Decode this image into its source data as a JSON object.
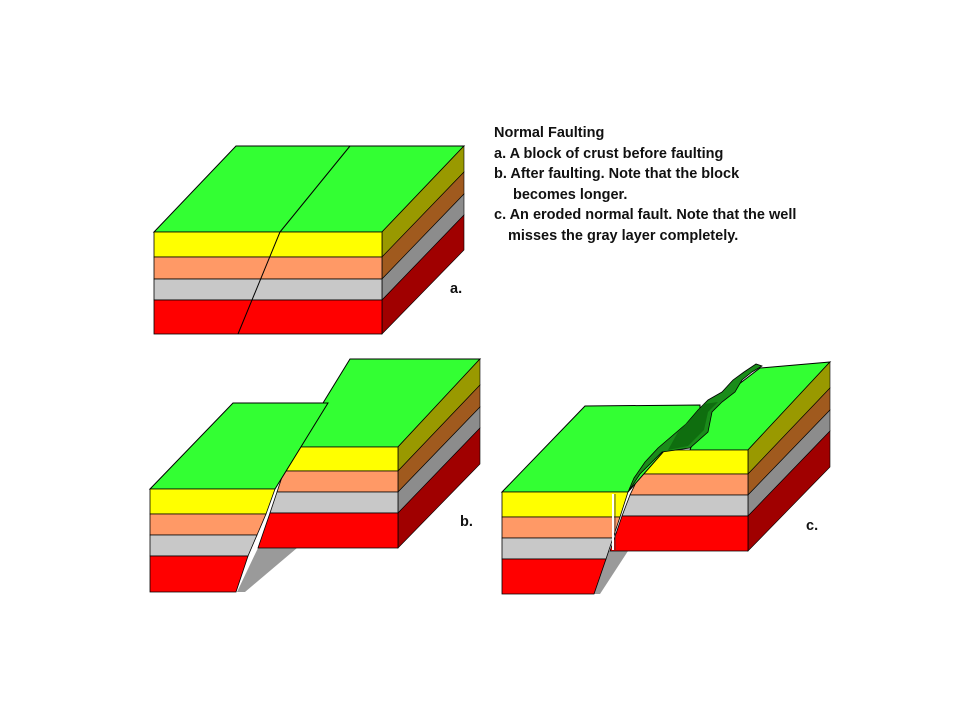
{
  "caption": {
    "title": "Normal Faulting",
    "line_a": "a. A block of crust before faulting",
    "line_b1": "b. After faulting. Note that the block",
    "line_b2": "becomes longer.",
    "line_c1": "c. An eroded normal fault. Note that the well",
    "line_c2": "misses the gray layer completely."
  },
  "panel_labels": {
    "a": "a.",
    "b": "b.",
    "c": "c."
  },
  "colors": {
    "top_surface": "#33ff33",
    "yellow_layer": "#ffff00",
    "orange_layer": "#ff9966",
    "gray_layer": "#c8c8c8",
    "red_layer": "#ff0000",
    "yellow_side": "#999900",
    "orange_side": "#a05a1e",
    "gray_side": "#8c8c8c",
    "red_side": "#a00000",
    "eroded_scarp": "#1a8c1a",
    "fault_shadow": "#9a9a9a"
  }
}
